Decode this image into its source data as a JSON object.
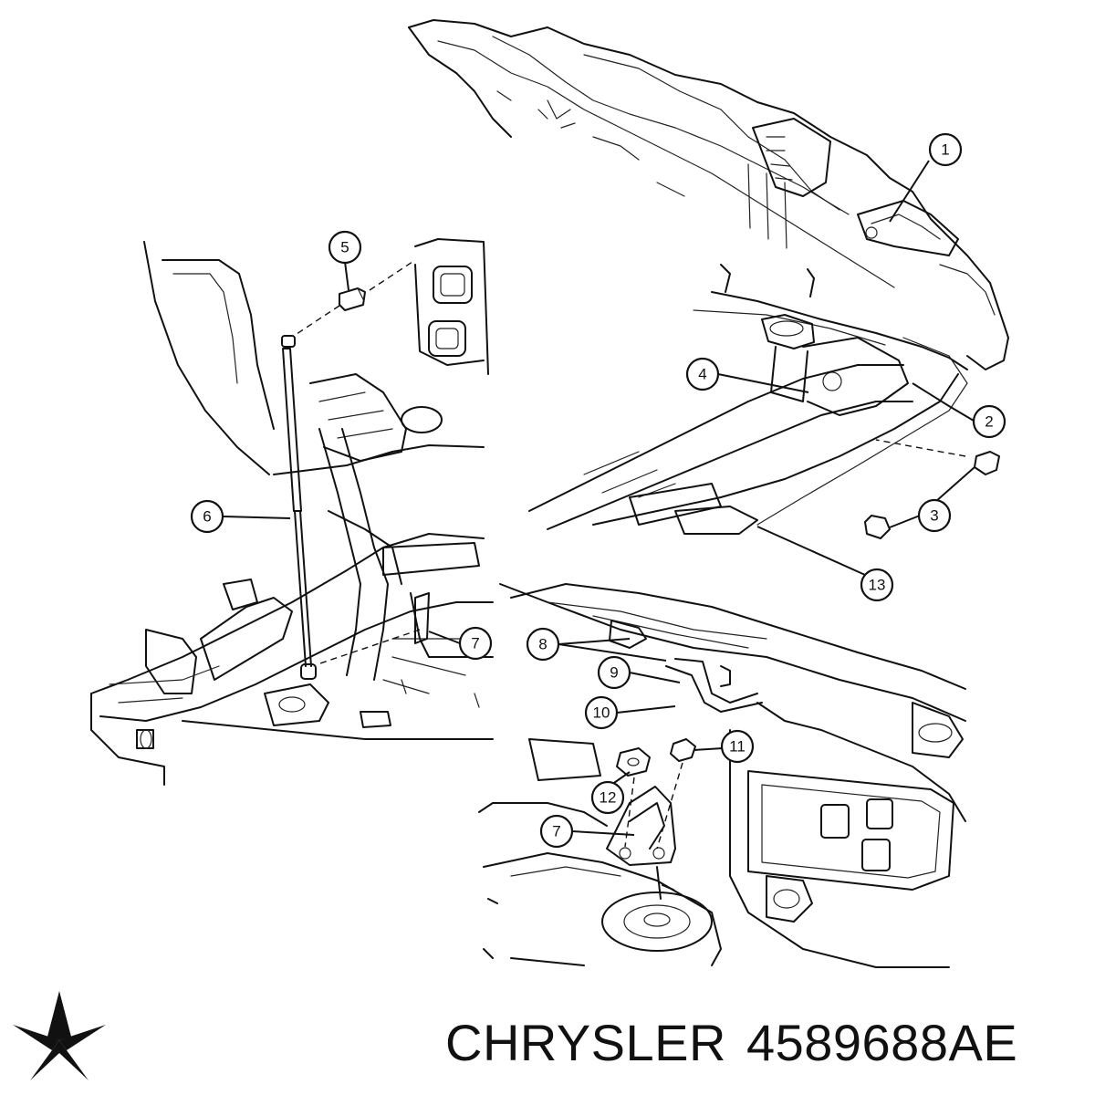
{
  "caption": {
    "brand": "CHRYSLER",
    "part_number": "4589688AE"
  },
  "callouts": [
    "1",
    "2",
    "3",
    "4",
    "5",
    "6",
    "7",
    "8",
    "9",
    "10",
    "11",
    "12",
    "13",
    "7"
  ],
  "logo": {
    "icon": "pentastar-icon",
    "color": "#111111"
  }
}
